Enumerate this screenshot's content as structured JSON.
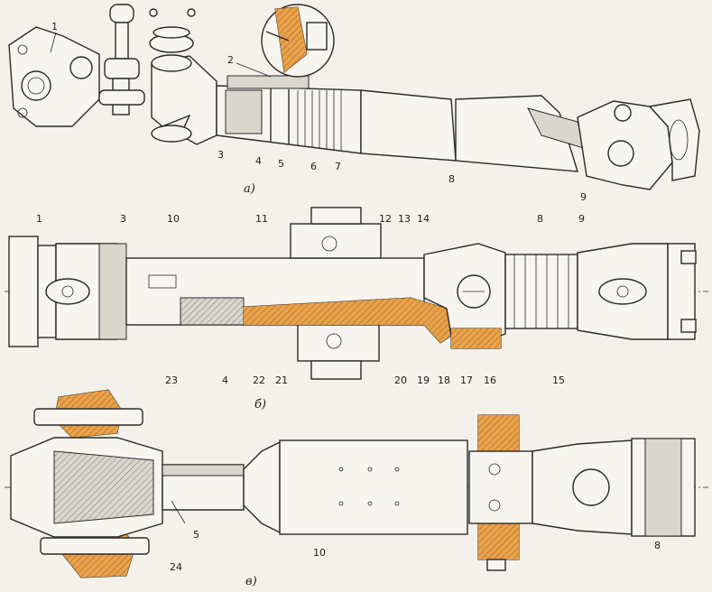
{
  "colors": {
    "paper": "#f3f1ea",
    "ink": "#2a2a2a",
    "highlight": "#e9a14a"
  },
  "captions": {
    "a": "а)",
    "b": "б)",
    "v": "в)"
  },
  "view_a": {
    "labels": [
      "1",
      "2",
      "3",
      "4",
      "5",
      "6",
      "7",
      "8",
      "9"
    ]
  },
  "view_b": {
    "labels": [
      "1",
      "3",
      "10",
      "11",
      "12",
      "13",
      "14",
      "8",
      "9",
      "23",
      "4",
      "22",
      "21",
      "20",
      "19",
      "18",
      "17",
      "16",
      "15"
    ]
  },
  "view_v": {
    "labels": [
      "5",
      "10",
      "8",
      "24"
    ]
  }
}
